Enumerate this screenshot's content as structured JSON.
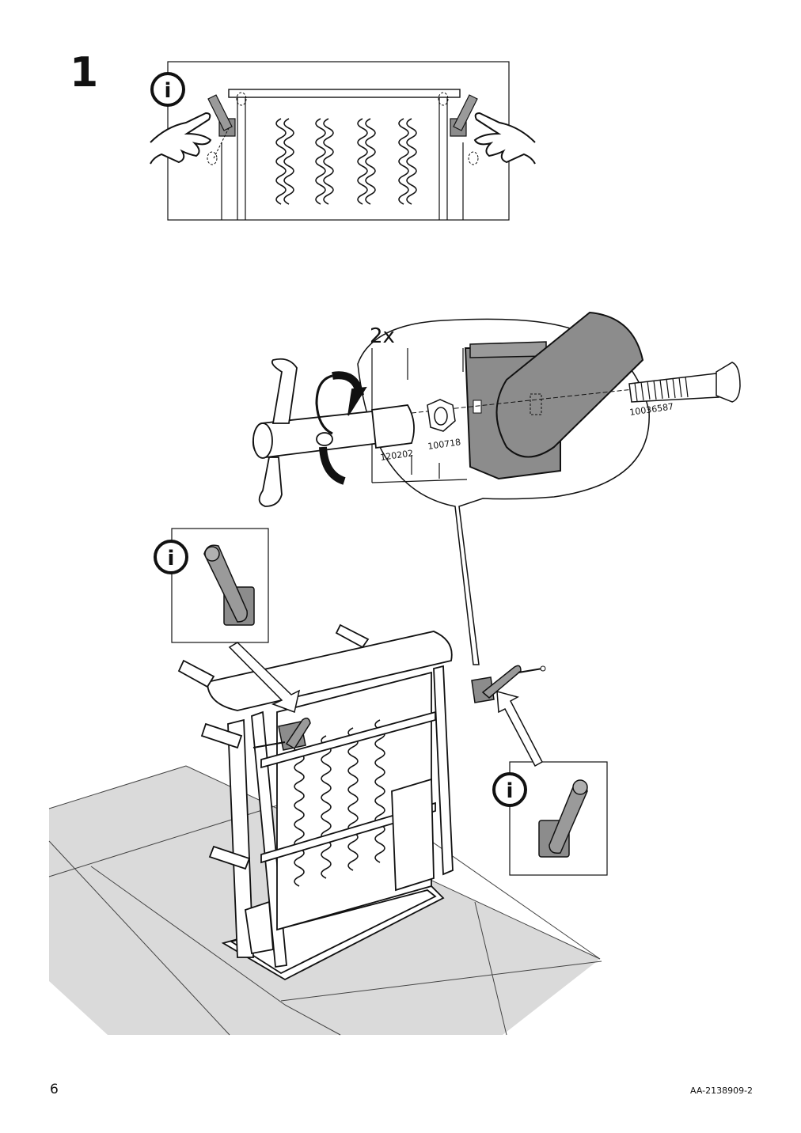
{
  "step": {
    "number": "1"
  },
  "detail": {
    "quantity": "2x",
    "part_numbers": [
      "120202",
      "100718",
      "10036587"
    ]
  },
  "info_glyph": "i",
  "footer": {
    "page_number": "6",
    "doc_code": "AA-2138909-2"
  },
  "colors": {
    "line": "#111111",
    "part_gray": "#8c8c8c",
    "floor": "#d9d9d9",
    "white": "#ffffff"
  }
}
